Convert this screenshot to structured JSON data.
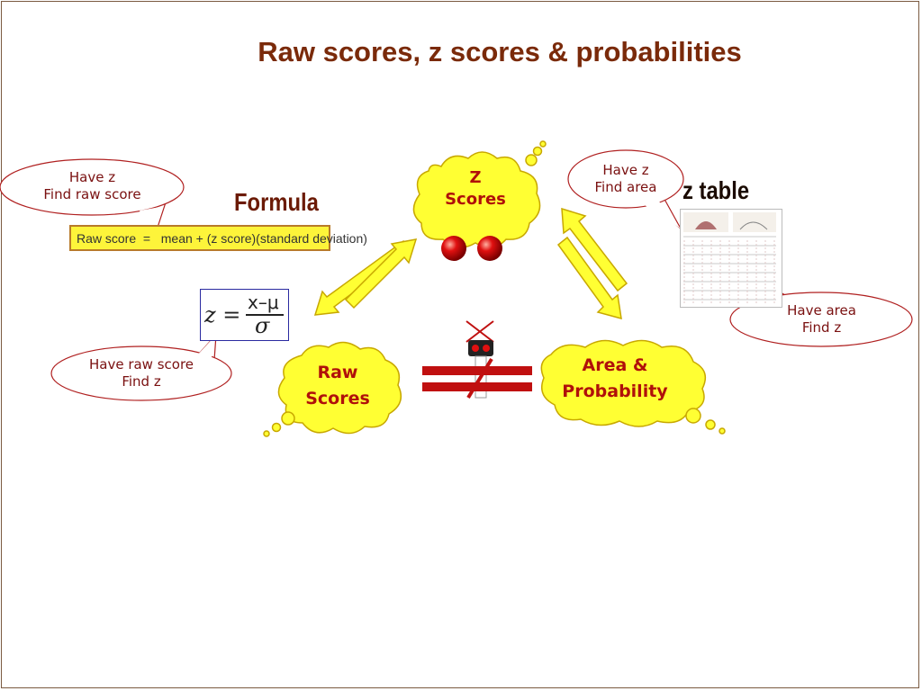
{
  "title": "Raw scores, z scores & probabilities",
  "headings": {
    "formula": "Formula",
    "ztable": "z table"
  },
  "formula_box": {
    "text": "Raw score  =   mean + (z score)(standard deviation)"
  },
  "z_formula": {
    "lhs": "z =",
    "numerator": "x–μ",
    "denominator": "σ"
  },
  "clouds": {
    "z_scores": {
      "line1": "Z",
      "line2": "Scores"
    },
    "raw_scores": {
      "line1": "Raw",
      "line2": "Scores"
    },
    "area_probability": {
      "line1": "Area &",
      "line2": "Probability"
    }
  },
  "callouts": {
    "have_z_find_raw": {
      "line1": "Have z",
      "line2": "Find raw score"
    },
    "have_z_find_area": {
      "line1": "Have z",
      "line2": "Find area"
    },
    "have_raw_find_z": {
      "line1": "Have raw score",
      "line2": "Find z"
    },
    "have_area_find_z": {
      "line1": "Have area",
      "line2": "Find z"
    }
  },
  "colors": {
    "title": "#7a2a0a",
    "cloud_fill": "#ffff33",
    "cloud_stroke": "#c8a800",
    "callout_stroke": "#b02020",
    "arrow_fill": "#ffff33",
    "arrow_stroke": "#c8a800",
    "ball": "#e01010",
    "bar": "#c01010"
  }
}
